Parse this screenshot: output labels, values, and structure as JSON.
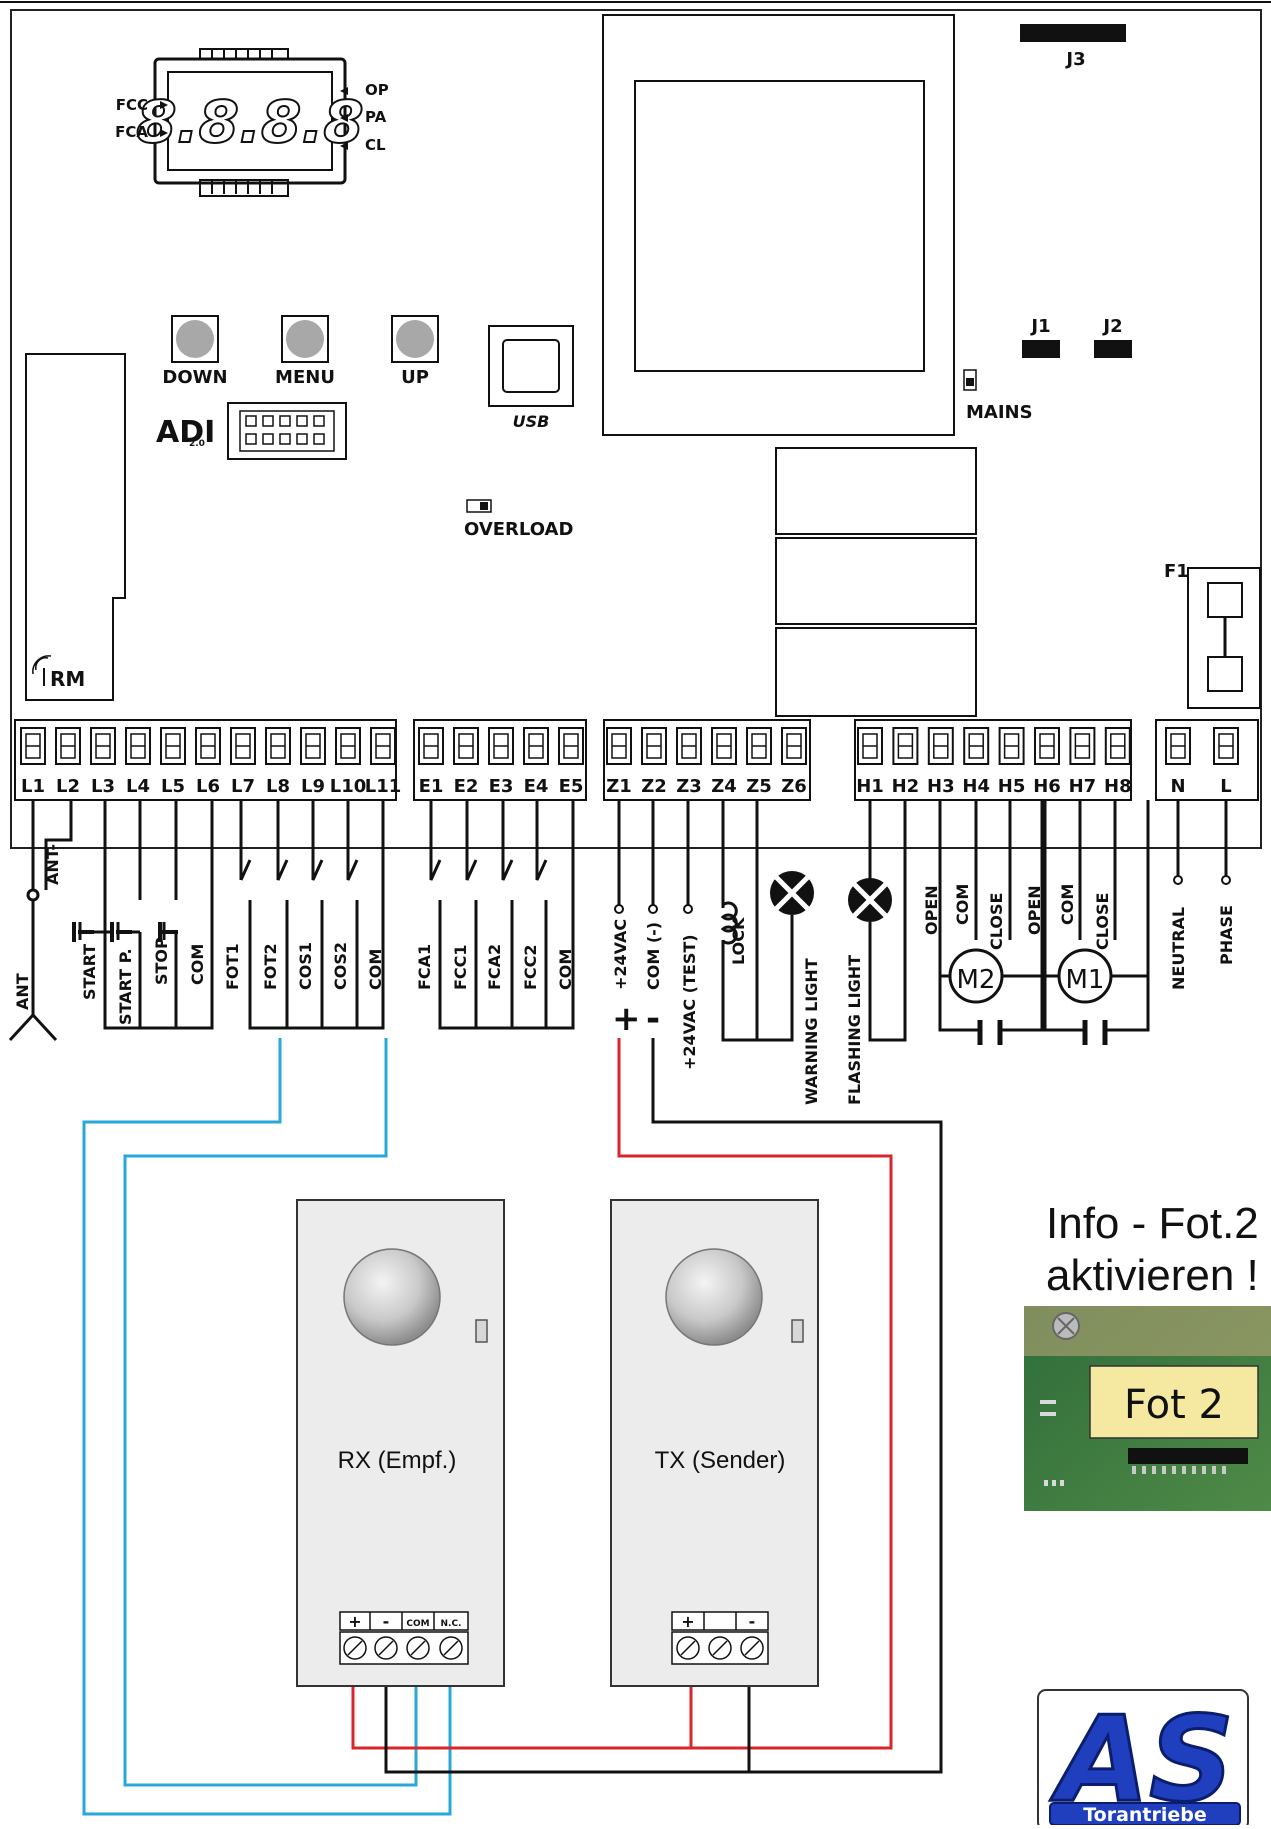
{
  "display": {
    "digits": "8.8.8.8",
    "left_top": "FCC",
    "left_bottom": "FCA",
    "right_1": "OP",
    "right_2": "PA",
    "right_3": "CL"
  },
  "buttons": {
    "down": "DOWN",
    "menu": "MENU",
    "up": "UP"
  },
  "board": {
    "usb": "USB",
    "overload": "OVERLOAD",
    "mains": "MAINS",
    "rm": "RM",
    "adi_logo": "ADI",
    "adi_sub": "2.0",
    "j1": "J1",
    "j2": "J2",
    "j3": "J3",
    "f1": "F1"
  },
  "terminals": {
    "l": [
      "L1",
      "L2",
      "L3",
      "L4",
      "L5",
      "L6",
      "L7",
      "L8",
      "L9",
      "L10",
      "L11"
    ],
    "e": [
      "E1",
      "E2",
      "E3",
      "E4",
      "E5"
    ],
    "z": [
      "Z1",
      "Z2",
      "Z3",
      "Z4",
      "Z5",
      "Z6"
    ],
    "h": [
      "H1",
      "H2",
      "H3",
      "H4",
      "H5",
      "H6",
      "H7",
      "H8"
    ],
    "power": [
      "N",
      "L"
    ]
  },
  "wiring": {
    "ant": "ANT",
    "ant_minus": "ANT-",
    "start": "START",
    "start_p": "START P.",
    "stop": "STOP",
    "com_a": "COM",
    "fot1": "FOT1",
    "fot2": "FOT2",
    "cos1": "COS1",
    "cos2": "COS2",
    "com_b": "COM",
    "fca1": "FCA1",
    "fcc1": "FCC1",
    "fca2": "FCA2",
    "fcc2": "FCC2",
    "com_c": "COM",
    "v24": "+24VAC",
    "com_minus": "COM (-)",
    "v24_test": "+24VAC (TEST)",
    "lock": "LOCK",
    "warning": "WARNING LIGHT",
    "flashing": "FLASHING LIGHT",
    "open1": "OPEN",
    "com_m2": "COM",
    "close1": "CLOSE",
    "m2": "M2",
    "open2": "OPEN",
    "com_m1": "COM",
    "close2": "CLOSE",
    "m1": "M1",
    "neutral": "NEUTRAL",
    "phase": "PHASE",
    "plus": "+",
    "minus": "-"
  },
  "rx": {
    "label": "RX (Empf.)",
    "t_plus": "+",
    "t_minus": "-",
    "t_com": "COM",
    "t_nc": "N.C."
  },
  "tx": {
    "label": "TX (Sender)",
    "t_plus": "+",
    "t_minus": "-"
  },
  "info": {
    "line1": "Info - Fot.2",
    "line2": "aktivieren !",
    "photo_label": "Fot 2"
  },
  "logo": {
    "text": "AS",
    "sub": "Torantriebe"
  },
  "colors": {
    "wire_blue": "#27a8d8",
    "wire_red": "#d9262c",
    "wire_black": "#111111",
    "device_fill": "#ececec",
    "logo_blue": "#1f3fbf"
  }
}
